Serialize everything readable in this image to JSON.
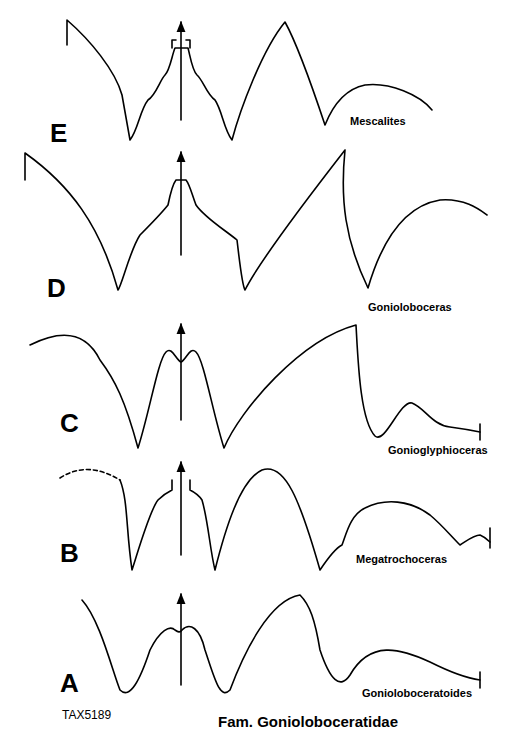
{
  "diagram": {
    "title": "Fam. Gonioloboceratidae",
    "labels": [
      "E",
      "Mescalites",
      "D",
      "Gonioloboceras",
      "C",
      "Gonioglyphioceras",
      "B",
      "Megatrochoceras",
      "A",
      "Gonioloboceratoides",
      "TAX5189"
    ]
  }
}
